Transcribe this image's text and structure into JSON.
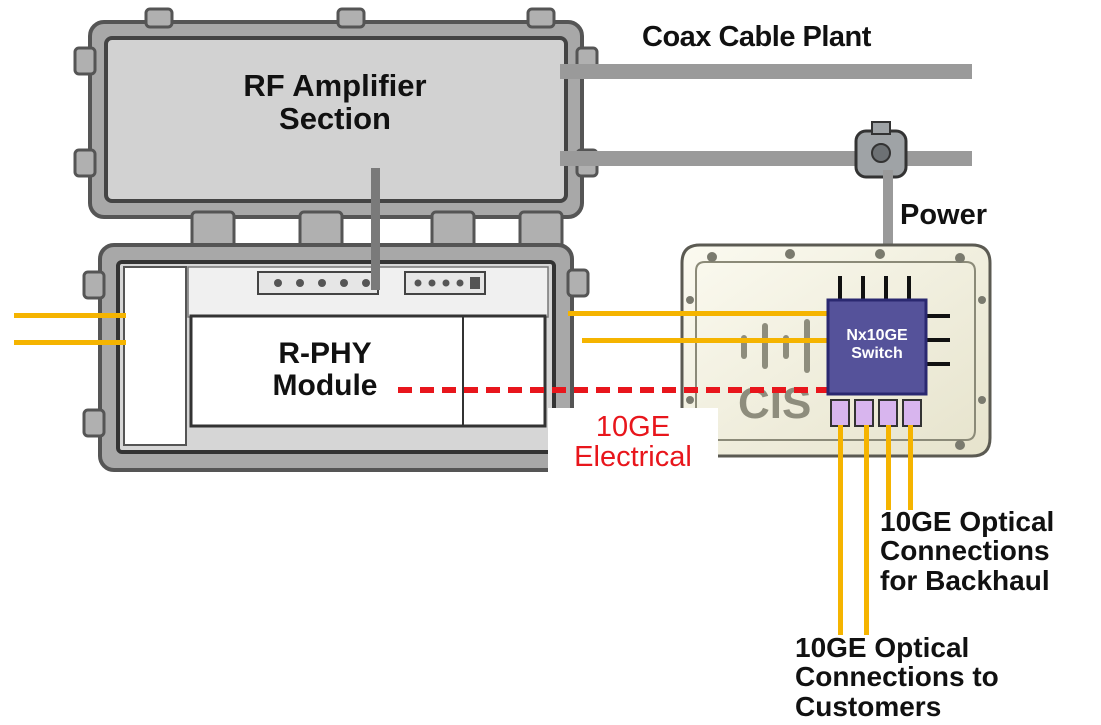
{
  "labels": {
    "coax_plant": "Coax Cable Plant",
    "rf_amp_line1": "RF Amplifier",
    "rf_amp_line2": "Section",
    "power": "Power",
    "rphy_line1": "R-PHY",
    "rphy_line2": "Module",
    "switch_line1": "Nx10GE",
    "switch_line2": "Switch",
    "elec_line1": "10GE",
    "elec_line2": "Electrical",
    "backhaul_line1": "10GE Optical",
    "backhaul_line2": "Connections",
    "backhaul_line3": "for Backhaul",
    "customers_line1": "10GE Optical",
    "customers_line2": "Connections to",
    "customers_line3": "Customers",
    "enclosure_logo": "CIS"
  },
  "colors": {
    "fiber": "#f5b400",
    "electrical": "#e8161c",
    "switch": "#55529a",
    "switch_port": "#d8b5ee",
    "coax": "#9a9a9a",
    "enclosure_fill": "#d2d2d2",
    "module_fill": "#ffffff",
    "node_fill": "#f3f1e0"
  }
}
